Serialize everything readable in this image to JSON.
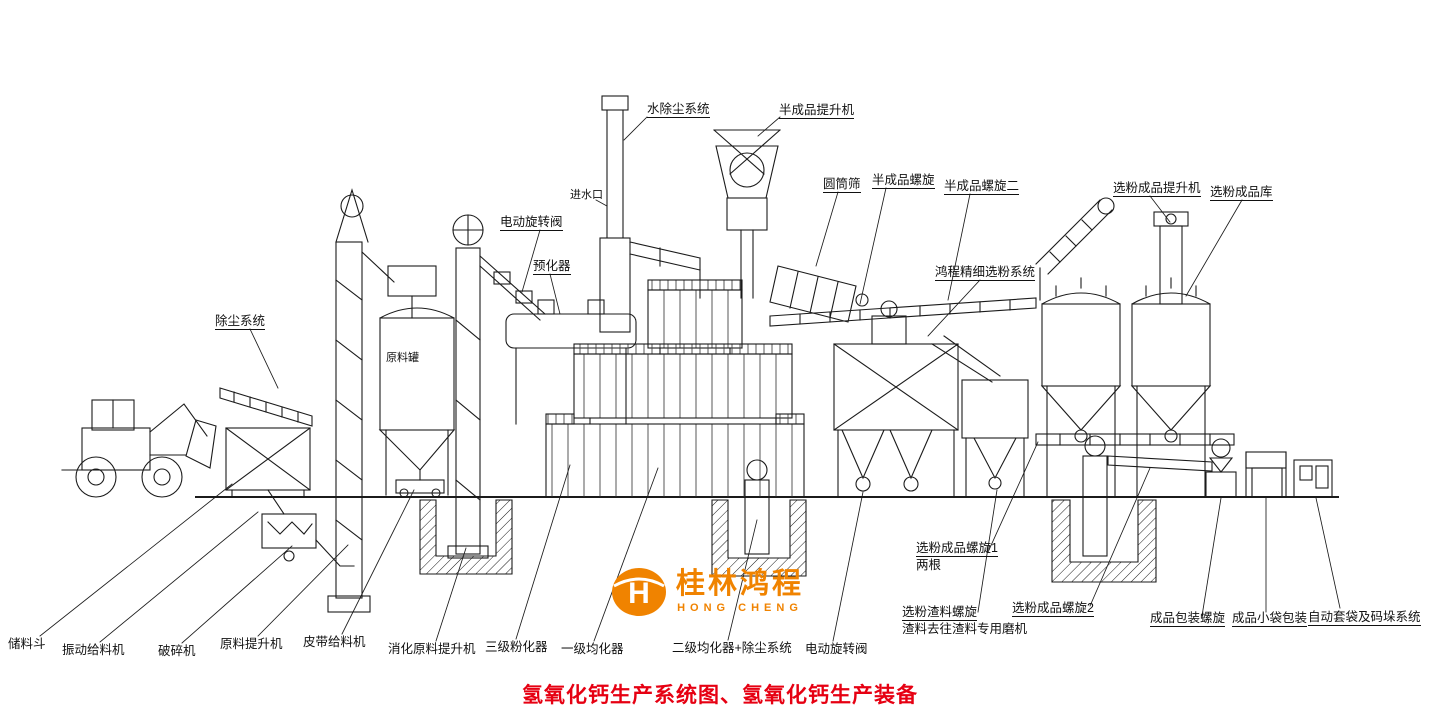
{
  "title": "氢氧化钙生产系统图、氢氧化钙生产装备",
  "watermark": {
    "cn": "桂林鸿程",
    "en": "HONG CHENG",
    "logo_letter": "H",
    "brand_color": "#f08300"
  },
  "labels": {
    "water_dust": "水除尘系统",
    "semi_elevator": "半成品提升机",
    "drum_sieve": "圆筒筛",
    "semi_screw1": "半成品螺旋",
    "semi_screw2": "半成品螺旋二",
    "powder_elevator": "选粉成品提升机",
    "powder_silo": "选粉成品库",
    "electric_valve_top": "电动旋转阀",
    "pre_digester": "预化器",
    "hc_classifier": "鸿程精细选粉系统",
    "dust_system": "除尘系统",
    "water_inlet": "进水口",
    "raw_tank": "原料罐",
    "storage_hopper": "储料斗",
    "vibrating_feeder": "振动给料机",
    "crusher": "破碎机",
    "raw_elevator": "原料提升机",
    "belt_feeder": "皮带给料机",
    "digest_elevator": "消化原料提升机",
    "pulverizer3": "三级粉化器",
    "homogenizer1": "一级均化器",
    "homogenizer2": "二级均化器+除尘系统",
    "electric_valve_bottom": "电动旋转阀",
    "powder_screw1": "选粉成品螺旋1",
    "powder_screw1_note": "两根",
    "slag_screw": "选粉渣料螺旋",
    "slag_note": "渣料去往渣料专用磨机",
    "powder_screw2": "选粉成品螺旋2",
    "pack_screw": "成品包装螺旋",
    "small_bag": "成品小袋包装",
    "auto_bag": "自动套袋及码垛系统"
  }
}
